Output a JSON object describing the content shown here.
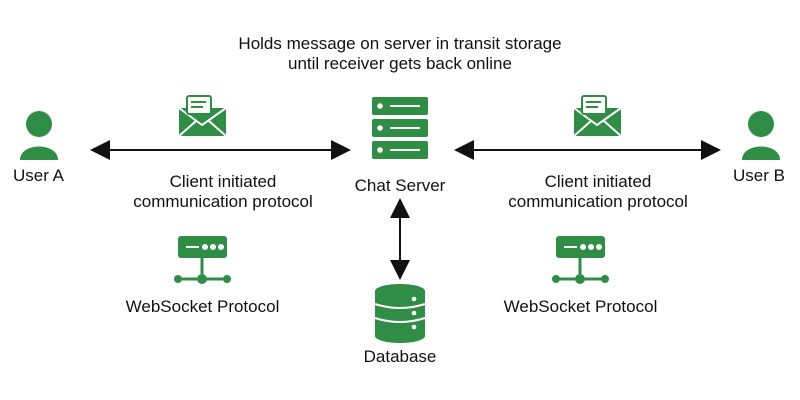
{
  "colors": {
    "green": "#2f8d46",
    "dark_green": "#1f6b33",
    "arrow": "#111111",
    "text": "#111111"
  },
  "top_note": {
    "line1": "Holds message on server in transit storage",
    "line2": "until receiver gets back online"
  },
  "user_a": {
    "label": "User A",
    "icon": "user-icon"
  },
  "user_b": {
    "label": "User B",
    "icon": "user-icon"
  },
  "chat_server": {
    "label": "Chat Server",
    "icon": "server-stack-icon"
  },
  "database": {
    "label": "Database",
    "icon": "database-icon"
  },
  "left_link": {
    "protocol_line1": "Client initiated",
    "protocol_line2": "communication protocol",
    "websocket_label": "WebSocket Protocol",
    "message_icon": "message-envelope-icon",
    "websocket_icon": "websocket-network-icon"
  },
  "right_link": {
    "protocol_line1": "Client initiated",
    "protocol_line2": "communication protocol",
    "websocket_label": "WebSocket Protocol",
    "message_icon": "message-envelope-icon",
    "websocket_icon": "websocket-network-icon"
  }
}
